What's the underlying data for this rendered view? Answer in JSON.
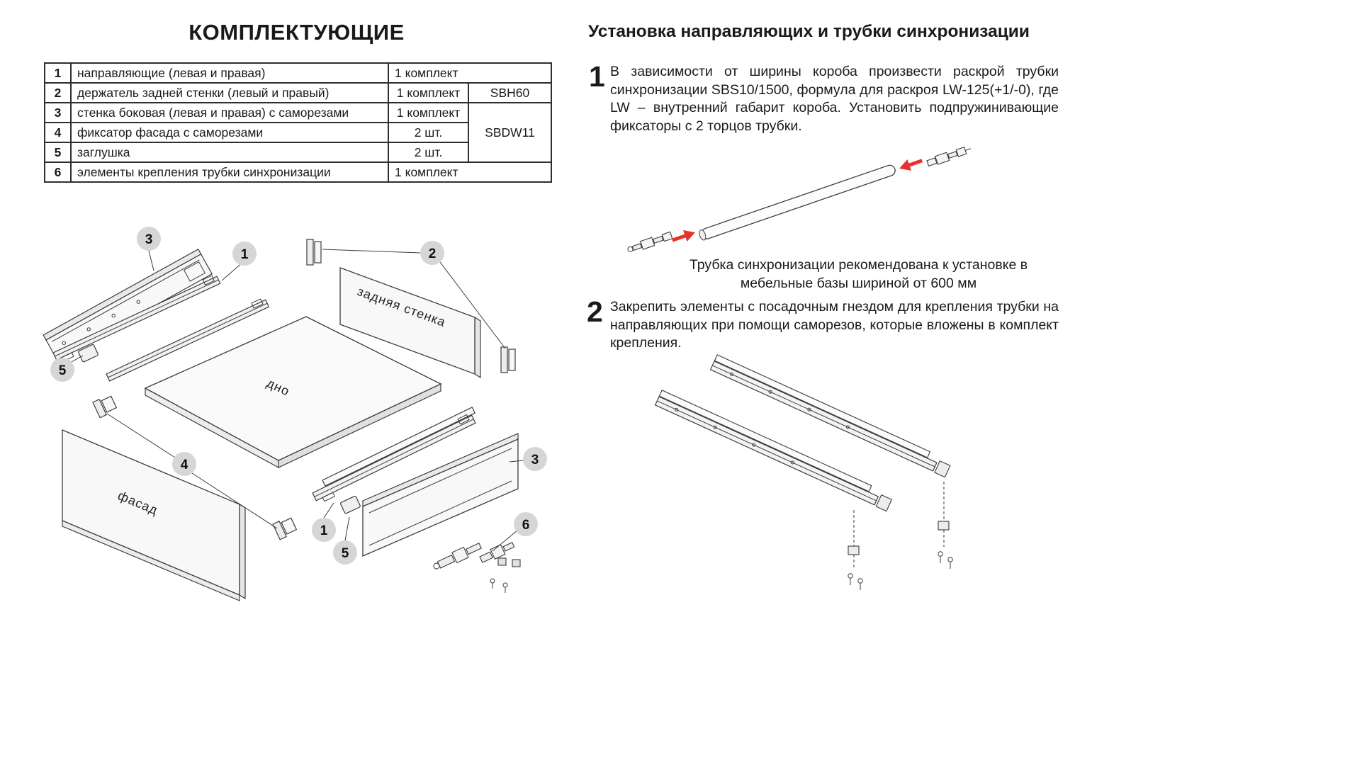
{
  "page": {
    "bg": "#ffffff",
    "accent_red": "#e8312a"
  },
  "components": {
    "title": "КОМПЛЕКТУЮЩИЕ",
    "table": {
      "rows": [
        {
          "num": "1",
          "name": "направляющие (левая и правая)",
          "qty": "1 комплект",
          "code": ""
        },
        {
          "num": "2",
          "name": "держатель задней стенки (левый и правый)",
          "qty": "1 комплект",
          "code": "SBH60"
        },
        {
          "num": "3",
          "name": "стенка боковая (левая и правая) с саморезами",
          "qty": "1 комплект",
          "code": "SBDW11"
        },
        {
          "num": "4",
          "name": "фиксатор фасада с саморезами",
          "qty": "2 шт.",
          "code": ""
        },
        {
          "num": "5",
          "name": "заглушка",
          "qty": "2 шт.",
          "code": ""
        },
        {
          "num": "6",
          "name": "элементы крепления трубки синхронизации",
          "qty": "1 комплект",
          "code": ""
        }
      ]
    },
    "diagram": {
      "label_back": "задняя стенка",
      "label_bottom": "дно",
      "label_front": "фасад",
      "callouts": {
        "side_top": "3",
        "rail_top": "1",
        "holder": "2",
        "plug_top": "5",
        "fixator": "4",
        "rail_bottom": "1",
        "plug_bottom": "5",
        "side_bottom": "3",
        "sync": "6"
      }
    }
  },
  "installation": {
    "title": "Установка направляющих и трубки синхронизации",
    "step1": {
      "num": "1",
      "text": "В зависимости от ширины короба произвести раскрой трубки синхронизации SBS10/1500, формула для раскроя LW-125(+1/-0), где LW – внутренний габарит короба. Установить подпружинивающие фиксаторы с 2 торцов трубки."
    },
    "tube_note": "Трубка синхронизации рекомендована к установке в мебельные базы шириной от 600 мм",
    "step2": {
      "num": "2",
      "text": "Закрепить элементы с посадочным гнездом для крепления трубки на направляющих при помощи саморезов, которые вложены в комплект крепления."
    }
  }
}
